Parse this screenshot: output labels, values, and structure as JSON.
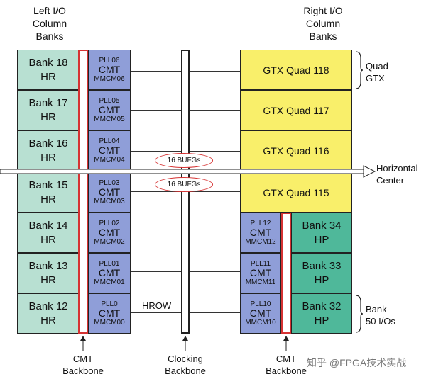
{
  "headers": {
    "left": [
      "Left I/O",
      "Column",
      "Banks"
    ],
    "right": [
      "Right I/O",
      "Column",
      "Banks"
    ]
  },
  "left_banks": [
    {
      "line1": "Bank 18",
      "line2": "HR"
    },
    {
      "line1": "Bank 17",
      "line2": "HR"
    },
    {
      "line1": "Bank 16",
      "line2": "HR"
    },
    {
      "line1": "Bank 15",
      "line2": "HR"
    },
    {
      "line1": "Bank 14",
      "line2": "HR"
    },
    {
      "line1": "Bank 13",
      "line2": "HR"
    },
    {
      "line1": "Bank 12",
      "line2": "HR"
    }
  ],
  "left_cmts": [
    {
      "pll": "PLL06",
      "name": "CMT",
      "mmcm": "MMCM06"
    },
    {
      "pll": "PLL05",
      "name": "CMT",
      "mmcm": "MMCM05"
    },
    {
      "pll": "PLL04",
      "name": "CMT",
      "mmcm": "MMCM04"
    },
    {
      "pll": "PLL03",
      "name": "CMT",
      "mmcm": "MMCM03"
    },
    {
      "pll": "PLL02",
      "name": "CMT",
      "mmcm": "MMCM02"
    },
    {
      "pll": "PLL01",
      "name": "CMT",
      "mmcm": "MMCM01"
    },
    {
      "pll": "PLL0",
      "name": "CMT",
      "mmcm": "MMCM00"
    }
  ],
  "gtx_quads": [
    "GTX Quad 118",
    "GTX Quad 117",
    "GTX Quad 116",
    "GTX Quad 115"
  ],
  "right_cmts": [
    {
      "pll": "PLL12",
      "name": "CMT",
      "mmcm": "MMCM12"
    },
    {
      "pll": "PLL11",
      "name": "CMT",
      "mmcm": "MMCM11"
    },
    {
      "pll": "PLL10",
      "name": "CMT",
      "mmcm": "MMCM10"
    }
  ],
  "right_banks": [
    {
      "line1": "Bank 34",
      "line2": "HP"
    },
    {
      "line1": "Bank 33",
      "line2": "HP"
    },
    {
      "line1": "Bank 32",
      "line2": "HP"
    }
  ],
  "bufg_labels": [
    "16 BUFGs",
    "16 BUFGs"
  ],
  "hrow_label": "HROW",
  "horizontal_center": [
    "Horizontal",
    "Center"
  ],
  "quad_gtx": [
    "Quad",
    "GTX"
  ],
  "bank_50_ios": [
    "Bank",
    "50 I/Os"
  ],
  "bottom_labels": {
    "cmt_backbone_left": [
      "CMT",
      "Backbone"
    ],
    "clocking_backbone": [
      "Clocking",
      "Backbone"
    ],
    "cmt_backbone_right": [
      "CMT",
      "Backbone"
    ]
  },
  "watermark": "知乎 @FPGA技术实战",
  "colors": {
    "hr_bank": "#b8e0d2",
    "hp_bank": "#4fb89a",
    "cmt": "#8f9ed8",
    "gtx": "#f9ef6a",
    "backbone_outline": "#d63333"
  }
}
